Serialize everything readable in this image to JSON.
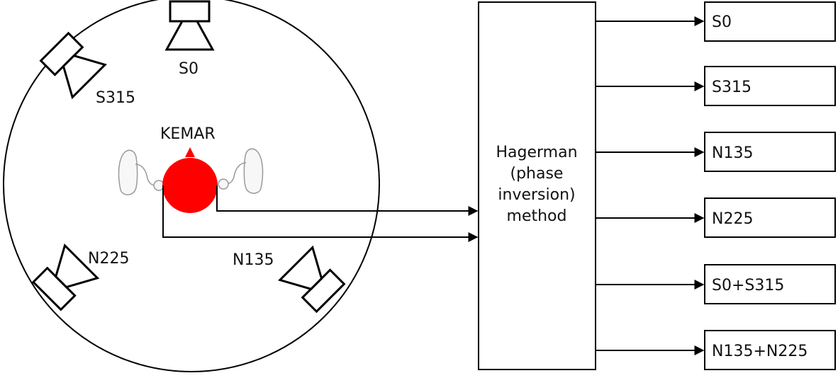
{
  "speakers": {
    "s0": "S0",
    "s315": "S315",
    "n225": "N225",
    "n135": "N135"
  },
  "kemar_label": "KEMAR",
  "processor": {
    "line1": "Hagerman",
    "line2": "(phase",
    "line3": "inversion)",
    "line4": "method"
  },
  "outputs": [
    "S0",
    "S315",
    "N135",
    "N225",
    "S0+S315",
    "N135+N225"
  ],
  "colors": {
    "head": "#ff0000",
    "stroke": "#000000",
    "hearing_aid": "#9a9a9a"
  }
}
